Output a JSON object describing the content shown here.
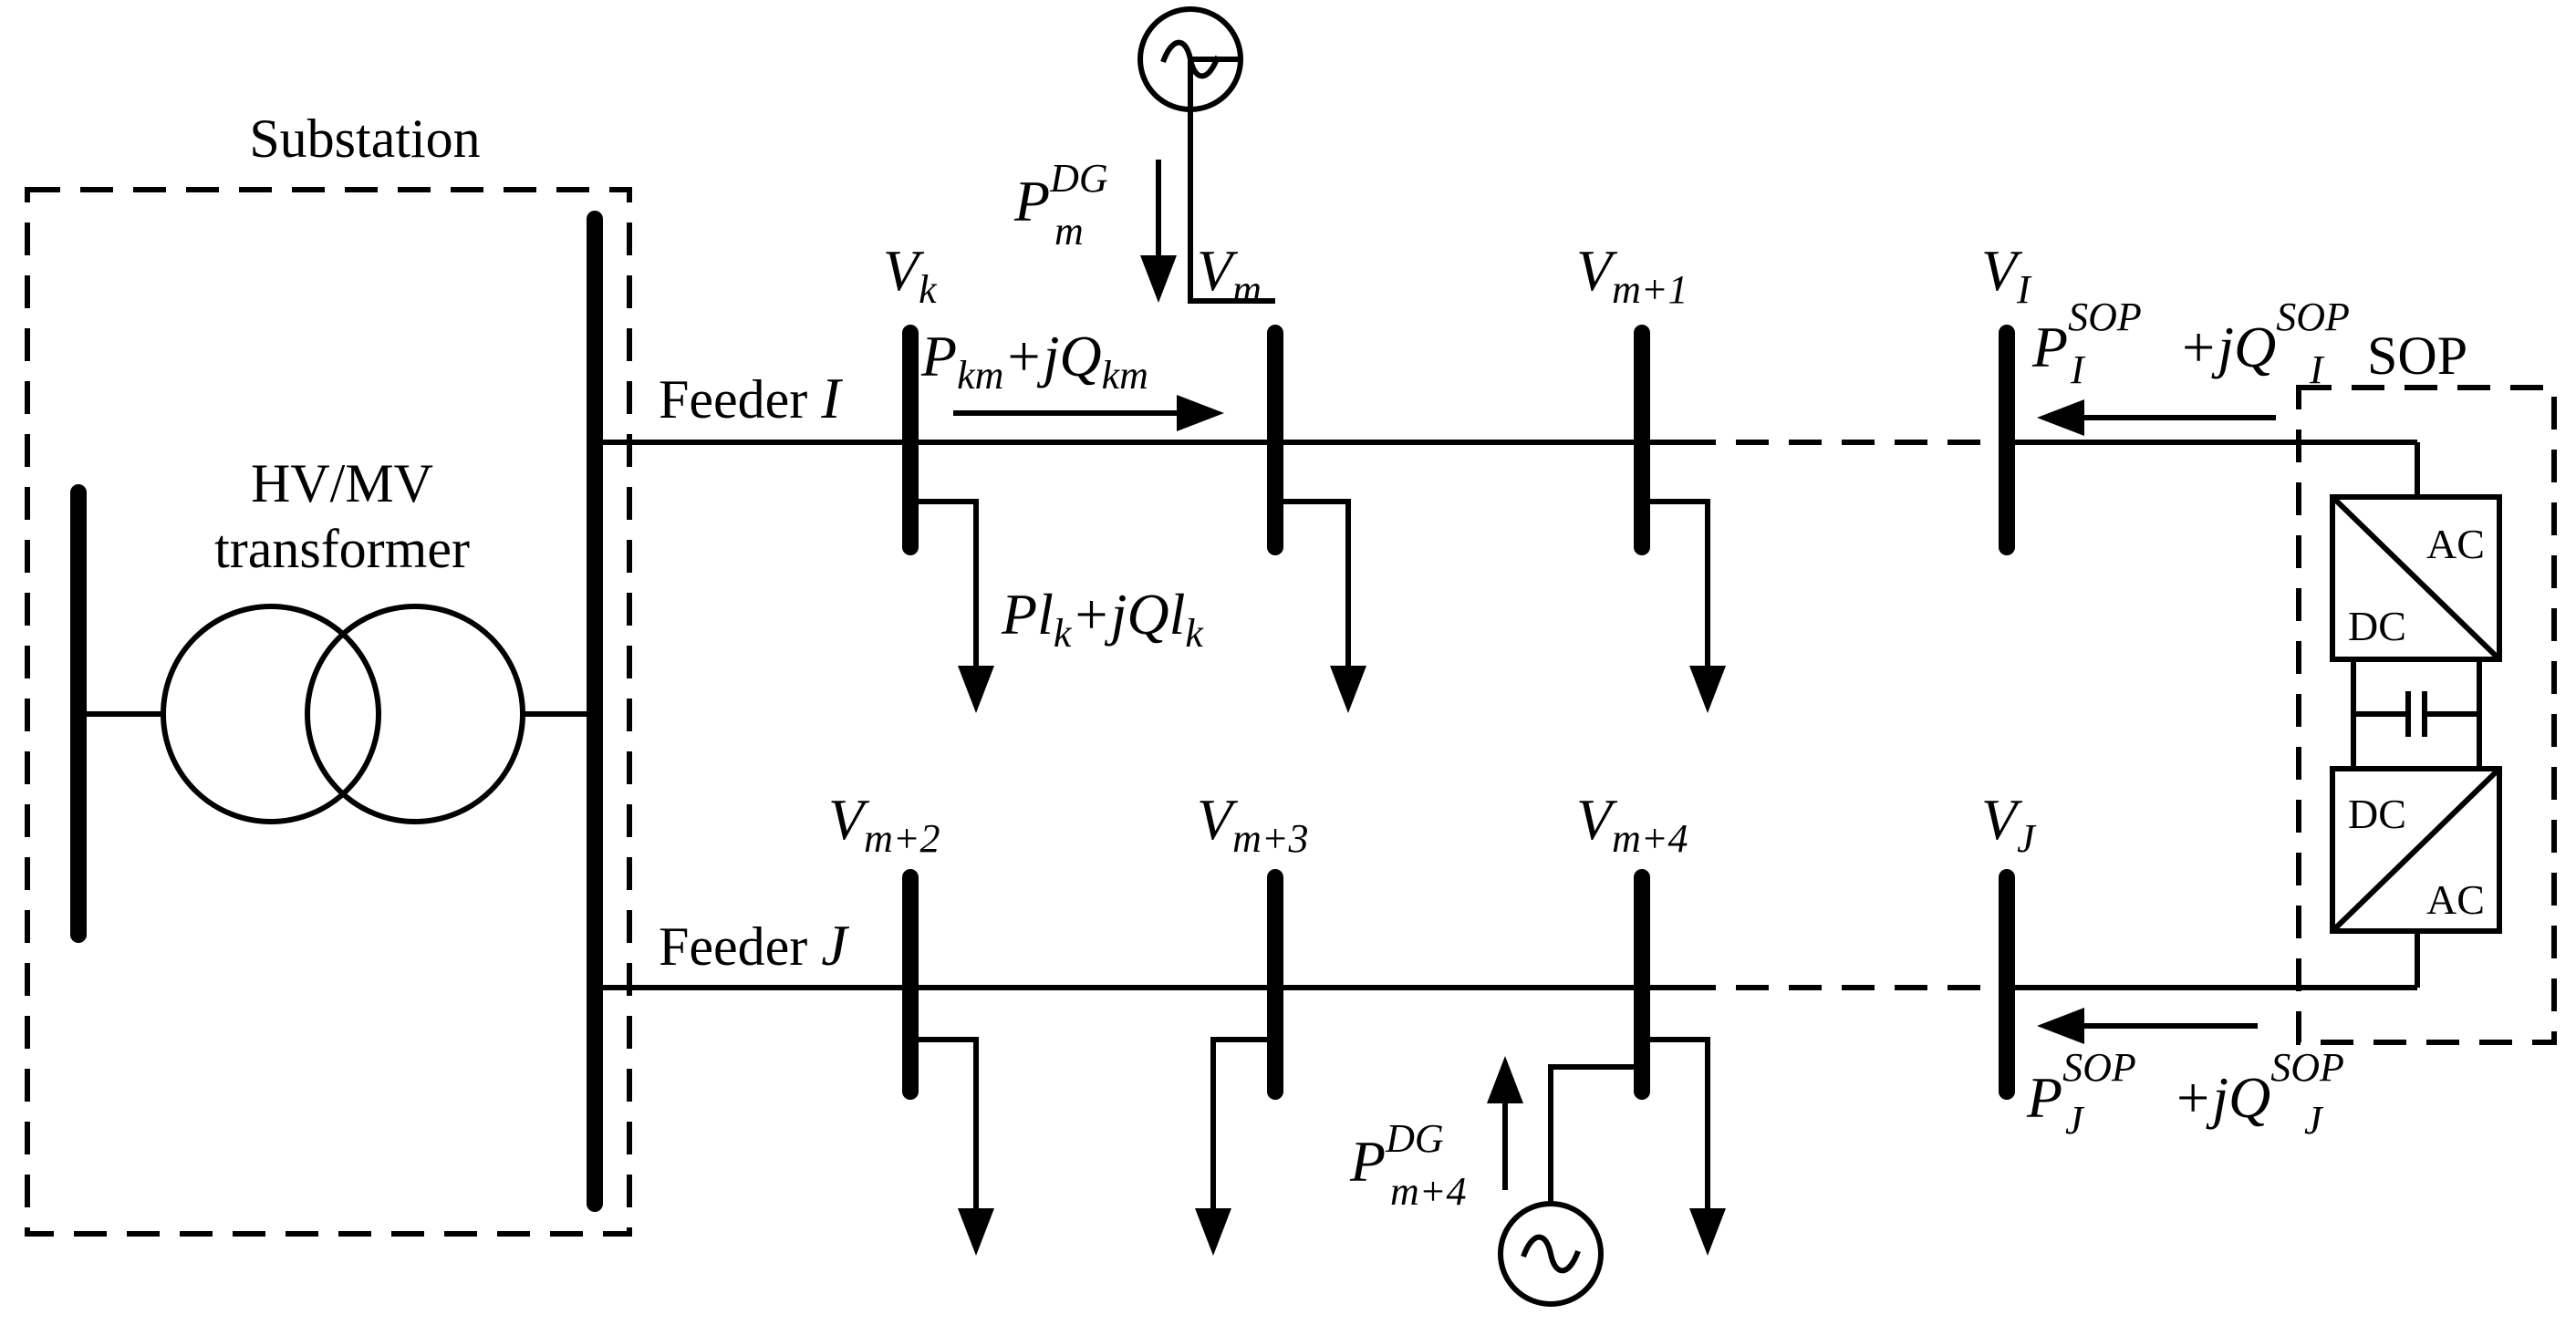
{
  "labels": {
    "substation": "Substation",
    "transformer_line1": "HV/MV",
    "transformer_line2": "transformer",
    "feeder_i_text": "Feeder ",
    "feeder_i_sym": "I",
    "feeder_j_text": "Feeder ",
    "feeder_j_sym": "J",
    "sop": "SOP",
    "ac": "AC",
    "dc": "DC"
  },
  "nodes": {
    "vk": {
      "main": "V",
      "sub": "k"
    },
    "vm": {
      "main": "V",
      "sub": "m"
    },
    "vm1": {
      "main": "V",
      "sub": "m+1"
    },
    "vi": {
      "main": "V",
      "sub": "I"
    },
    "vm2": {
      "main": "V",
      "sub": "m+2"
    },
    "vm3": {
      "main": "V",
      "sub": "m+3"
    },
    "vm4": {
      "main": "V",
      "sub": "m+4"
    },
    "vj": {
      "main": "V",
      "sub": "J"
    }
  },
  "flows": {
    "pkm": {
      "p": "P",
      "p_sub": "km",
      "plus": "+",
      "jq": "jQ",
      "q_sub": "km"
    },
    "load": {
      "p": "Pl",
      "p_sub": "k",
      "plus": "+",
      "jq": "jQl",
      "q_sub": "k"
    },
    "pdg_m": {
      "p": "P",
      "sub": "m",
      "sup": "DG"
    },
    "pdg_m4": {
      "p": "P",
      "sub": "m+4",
      "sup": "DG"
    },
    "sop_i": {
      "p": "P",
      "p_sub": "I",
      "p_sup": "SOP",
      "plus": "+",
      "jq": "jQ",
      "q_sub": "I",
      "q_sup": "SOP"
    },
    "sop_j": {
      "p": "P",
      "p_sub": "J",
      "p_sup": "SOP",
      "plus": "+",
      "jq": "jQ",
      "q_sub": "J",
      "q_sup": "SOP"
    }
  }
}
